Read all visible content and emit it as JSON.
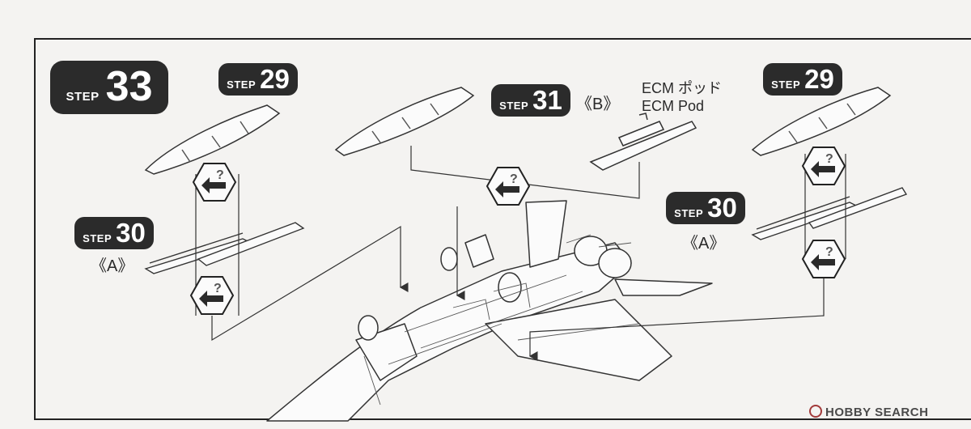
{
  "main_step": {
    "word": "STEP",
    "number": "33"
  },
  "steps": [
    {
      "id": "step29-left",
      "word": "STEP",
      "number": "29"
    },
    {
      "id": "step31",
      "word": "STEP",
      "number": "31"
    },
    {
      "id": "step29-right",
      "word": "STEP",
      "number": "29"
    },
    {
      "id": "step30-left",
      "word": "STEP",
      "number": "30"
    },
    {
      "id": "step30-right",
      "word": "STEP",
      "number": "30"
    }
  ],
  "variant_labels": {
    "step31": "《B》",
    "step30_left": "《A》",
    "step30_right": "《A》"
  },
  "ecm_label": {
    "japanese": "ECM ポッド",
    "english": "ECM Pod"
  },
  "watermark": "HOBBY SEARCH",
  "colors": {
    "badge": "#2b2b2b",
    "line": "#333333",
    "background": "#f4f3f1"
  },
  "icons": [
    "hexagon-swap-icon",
    "pointer-arrow-icon"
  ]
}
